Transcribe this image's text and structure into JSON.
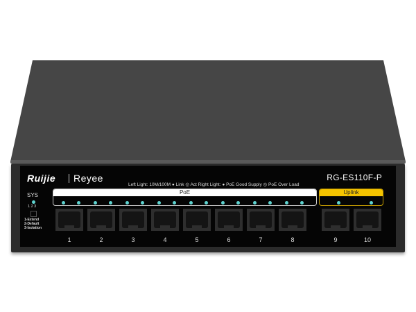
{
  "device": {
    "brand": "Ruijie",
    "sub_brand": "Reyee",
    "model": "RG-ES110F-P",
    "legend": "Left Light: 10M/100M ● Link ◎ Act    Right Light: ● PoE Good Supply ◎ PoE Over Load",
    "sys_label": "SYS",
    "mode_numbers": "1 2 3",
    "modes": [
      "1-Extend",
      "2-Default",
      "3-Isolation"
    ],
    "poe_label": "PoE",
    "uplink_label": "Uplink",
    "ports": [
      "1",
      "2",
      "3",
      "4",
      "5",
      "6",
      "7",
      "8",
      "9",
      "10"
    ],
    "colors": {
      "led": "#5fd3d0",
      "uplink": "#f5c400",
      "body": "#464646",
      "face": "#050505"
    }
  }
}
